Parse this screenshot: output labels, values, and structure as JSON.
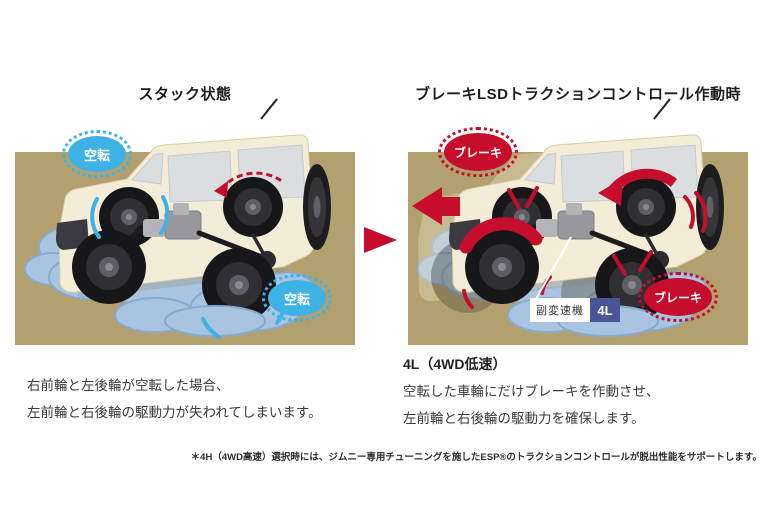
{
  "colors": {
    "sand": "#b2a06e",
    "spin_blue": "#3fb2e5",
    "brake_red": "#c60e2c",
    "gear_blue": "#4a5496",
    "body_cream": "#f3edd8",
    "puddle_blue": "#a9c4e0"
  },
  "left_panel": {
    "title": "スタック状態",
    "badge_top": "空転",
    "badge_bottom": "空転",
    "caption": {
      "line1": "右前輪と左後輪が空転した場合、",
      "line2": "左前輪と右後輪の駆動力が失われてしまいます。"
    }
  },
  "right_panel": {
    "title": "ブレーキLSDトラクションコントロール作動時",
    "badge_top": "ブレーキ",
    "badge_bottom": "ブレーキ",
    "transfer_case_label": "副変速機",
    "gear_mode": "4L",
    "caption": {
      "heading": "4L（4WD低速）",
      "line1": "空転した車輪にだけブレーキを作動させ、",
      "line2": "左前輪と右後輪の駆動力を確保します。"
    }
  },
  "footnote": "＊4H（4WD高速）選択時には、ジムニー専用チューニングを施したESP®のトラクションコントロールが脱出性能をサポートします。"
}
